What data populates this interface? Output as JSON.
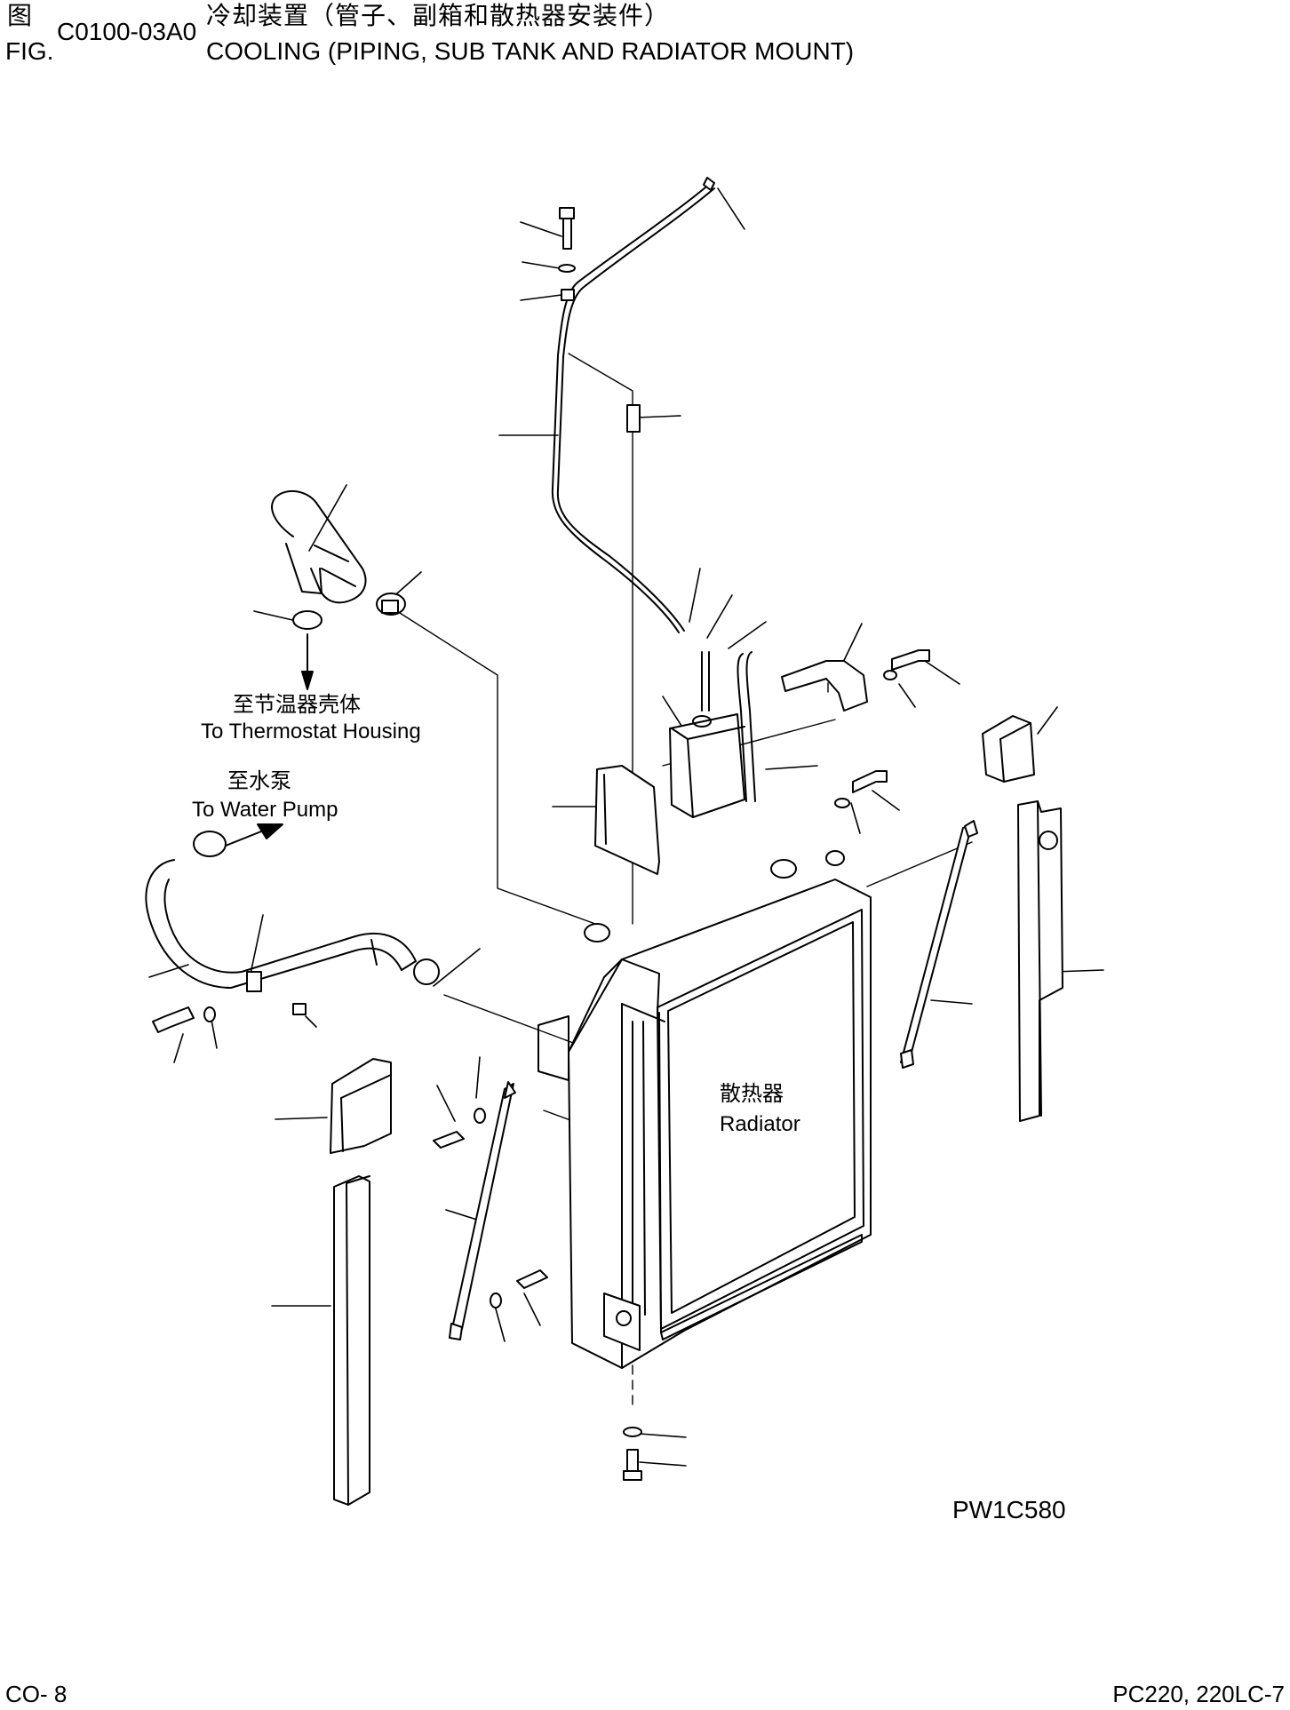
{
  "header": {
    "fig_char_cn": "图",
    "fig_label": "FIG.",
    "fig_code": "C0100-03A0",
    "title_cn": "冷却装置（管子、副箱和散热器安装件）",
    "title_en": "COOLING (PIPING, SUB TANK AND RADIATOR MOUNT)"
  },
  "labels": {
    "thermostat_cn": "至节温器壳体",
    "thermostat_en": "To Thermostat Housing",
    "water_pump_cn": "至水泵",
    "water_pump_en": "To Water Pump",
    "radiator_cn": "散热器",
    "radiator_en": "Radiator"
  },
  "drawing_id": "PW1C580",
  "footer": {
    "page": "CO- 8",
    "model": "PC220, 220LC-7"
  }
}
